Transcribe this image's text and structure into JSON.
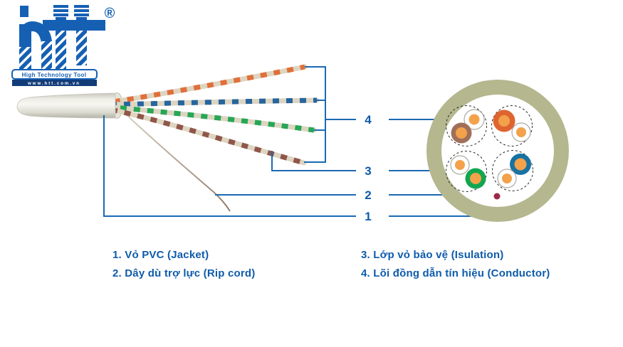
{
  "logo": {
    "brand_letters": "htt",
    "registered": "®",
    "tagline": "High Technology Tool",
    "website": "www.htt.com.vn"
  },
  "callouts": [
    {
      "number": "4",
      "points_to": "conductor"
    },
    {
      "number": "3",
      "points_to": "insulation"
    },
    {
      "number": "2",
      "points_to": "rip-cord"
    },
    {
      "number": "1",
      "points_to": "pvc-jacket"
    }
  ],
  "legend": {
    "items": [
      {
        "text": "1. Vỏ PVC (Jacket)"
      },
      {
        "text": "2. Dây dù trợ lực (Rip cord)"
      },
      {
        "text": "3. Lớp vỏ bảo vệ (Isulation)"
      },
      {
        "text": "4. Lõi đồng dẫn tín hiệu (Conductor)"
      }
    ]
  },
  "theme": {
    "accent-blue": "#1b6ab1",
    "number-blue": "#0e5bab",
    "logo-blue": "#1660b4",
    "logo-navy": "#123c78",
    "jacket-grey": "#e7e6e0",
    "ring-olive": "#b5b78f",
    "conductor-orange": "#f3a24b",
    "wire-orange": "#df6530",
    "wire-brown": "#a06f5a",
    "wire-green": "#11a64f",
    "wire-blue": "#1872a2",
    "pair-beige": "#ddd5c1",
    "pair-orange": "#e0703a",
    "pair-blue": "#27659e",
    "pair-green": "#27a755",
    "pair-brown": "#90564a",
    "ripcord-dot": "#9c2a45"
  }
}
